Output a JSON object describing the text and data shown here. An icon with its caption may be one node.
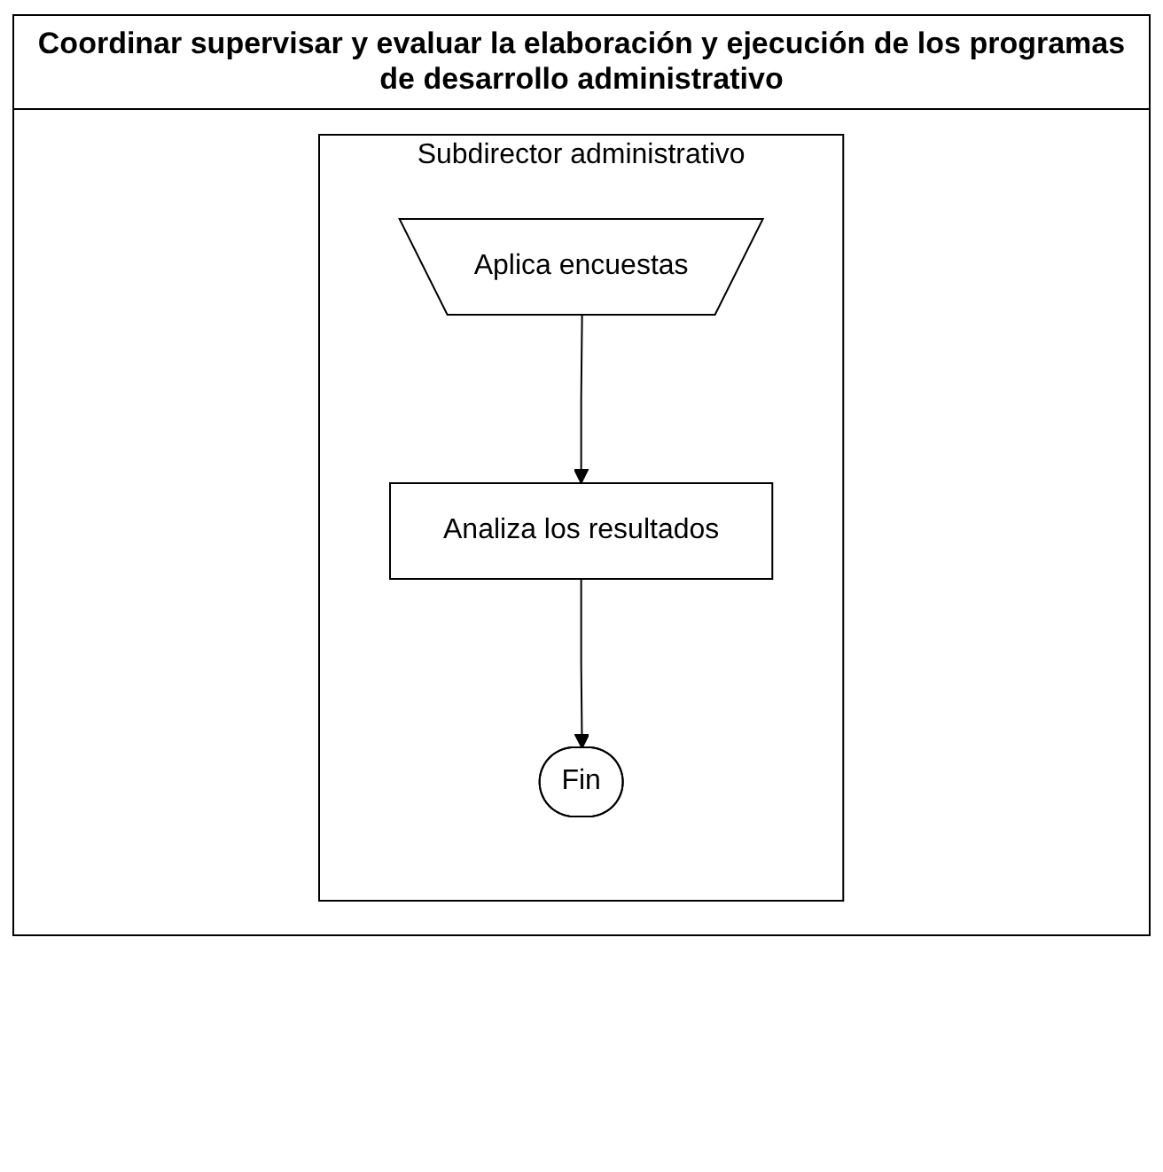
{
  "diagram": {
    "title": "Coordinar supervisar y evaluar la elaboración y ejecución de los programas de desarrollo administrativo",
    "nodes": [
      {
        "text": [
          "Subdirector administrativo"
        ]
      },
      {
        "text": [
          "Aplica encuestas"
        ],
        "in": 0
      },
      {
        "text": [
          "Analiza los resultados"
        ],
        "in": 0
      },
      {
        "text": [
          "Fin"
        ],
        "in": 0
      }
    ],
    "edges": [
      {
        "from": 1,
        "to": 2,
        "arrow": "to"
      },
      {
        "from": 2,
        "to": 3,
        "arrow": "to"
      }
    ]
  }
}
